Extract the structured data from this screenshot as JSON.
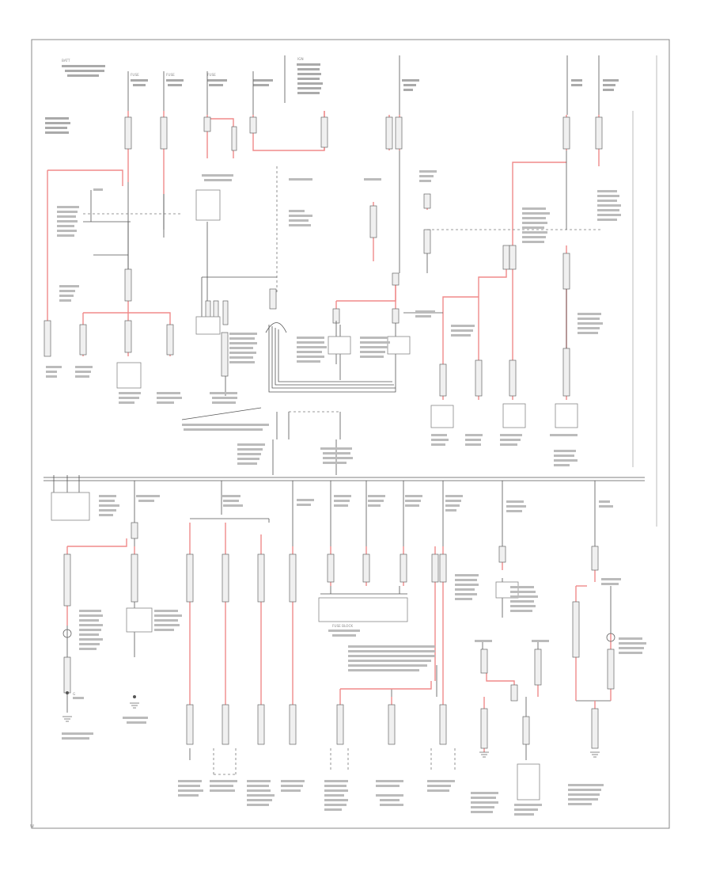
{
  "diagram": {
    "code": "W",
    "labels": {
      "battery": "BATT",
      "f1": "FUSE",
      "f2": "FUSE",
      "f3": "FUSE",
      "ign": "IGN",
      "fuse_block": "FUSE BLOCK",
      "ground": "G"
    }
  }
}
